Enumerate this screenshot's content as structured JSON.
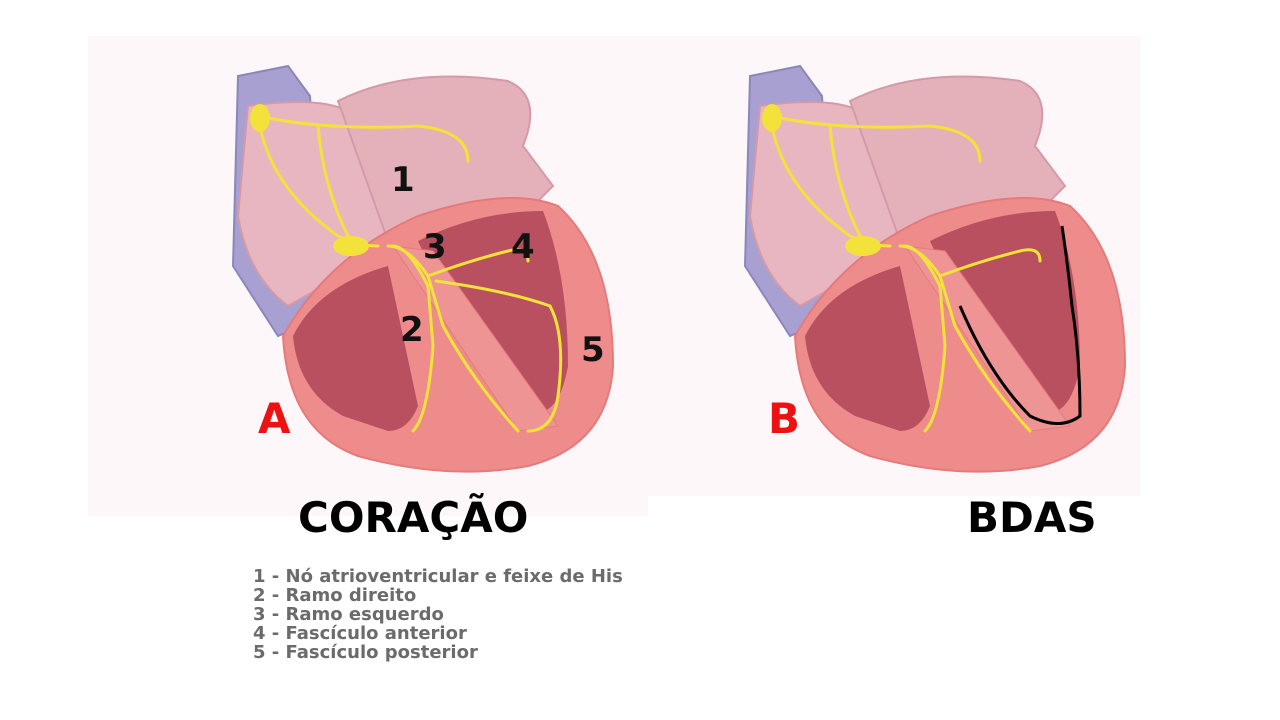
{
  "panels": [
    {
      "letter": "A",
      "caption": "CORAÇÃO",
      "labels": [
        "1",
        "2",
        "3",
        "4",
        "5"
      ]
    },
    {
      "letter": "B",
      "caption": "BDAS"
    }
  ],
  "legend": [
    "1 - Nó atrioventricular e feixe de His",
    "2 - Ramo direito",
    "3 - Ramo esquerdo",
    "4 - Fascículo anterior",
    "5 - Fascículo posterior"
  ],
  "colors": {
    "panel_letter": "#ee1111",
    "atria": "#e8b6c0",
    "ventricle_wall": "#ee8c8c",
    "ventricle_cavity": "#b85060",
    "conduction": "#f2e23a",
    "vessel": "#a8a0d0",
    "block_line": "#000000"
  }
}
